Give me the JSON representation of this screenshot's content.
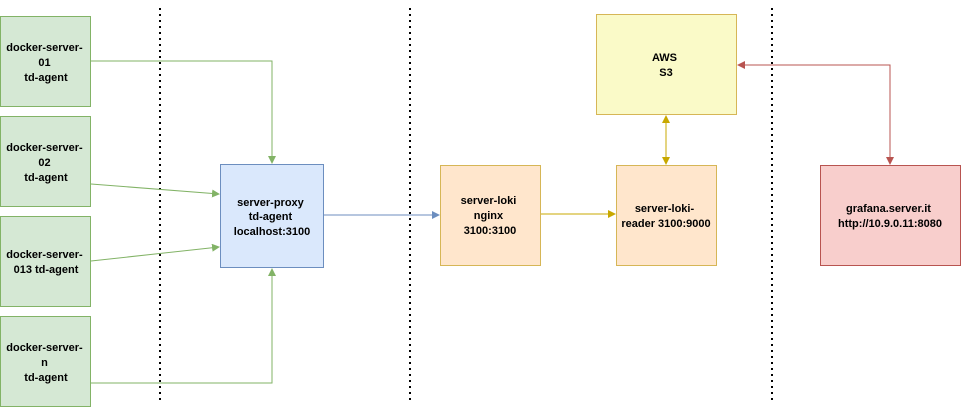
{
  "diagram": {
    "nodes": [
      {
        "id": "docker-01",
        "lines": [
          "docker-server-",
          "01",
          "td-agent"
        ],
        "fill": "#d5e8d4",
        "stroke": "#82b366"
      },
      {
        "id": "docker-02",
        "lines": [
          "docker-server-",
          "02",
          "td-agent"
        ],
        "fill": "#d5e8d4",
        "stroke": "#82b366"
      },
      {
        "id": "docker-013",
        "lines": [
          "docker-server-",
          "013 td-agent"
        ],
        "fill": "#d5e8d4",
        "stroke": "#82b366"
      },
      {
        "id": "docker-n",
        "lines": [
          "docker-server-",
          "n",
          "td-agent"
        ],
        "fill": "#d5e8d4",
        "stroke": "#82b366"
      },
      {
        "id": "server-proxy",
        "lines": [
          "server-proxy",
          "td-agent",
          "localhost:3100"
        ],
        "fill": "#dae8fc",
        "stroke": "#6c8ebf"
      },
      {
        "id": "server-loki-nginx",
        "lines": [
          "server-loki",
          "nginx",
          "3100:3100"
        ],
        "fill": "#ffe6cc",
        "stroke": "#d6b656"
      },
      {
        "id": "server-loki-reader",
        "lines": [
          "server-loki-",
          "reader 3100:9000"
        ],
        "fill": "#ffe6cc",
        "stroke": "#d6b656"
      },
      {
        "id": "aws-s3",
        "lines": [
          "AWS",
          "S3"
        ],
        "fill": "#fafac8",
        "stroke": "#d6b656"
      },
      {
        "id": "grafana",
        "lines": [
          "grafana.server.it",
          "http://10.9.0.11:8080"
        ],
        "fill": "#f8cecc",
        "stroke": "#b85450"
      }
    ],
    "edges": [
      {
        "from": "docker-01",
        "to": "server-proxy",
        "color": "#82b366",
        "direction": "forward"
      },
      {
        "from": "docker-02",
        "to": "server-proxy",
        "color": "#82b366",
        "direction": "forward"
      },
      {
        "from": "docker-013",
        "to": "server-proxy",
        "color": "#82b366",
        "direction": "forward"
      },
      {
        "from": "docker-n",
        "to": "server-proxy",
        "color": "#82b366",
        "direction": "forward"
      },
      {
        "from": "server-proxy",
        "to": "server-loki-nginx",
        "color": "#6c8ebf",
        "direction": "forward"
      },
      {
        "from": "server-loki-nginx",
        "to": "server-loki-reader",
        "color": "#c8a800",
        "direction": "forward"
      },
      {
        "from": "server-loki-reader",
        "to": "aws-s3",
        "color": "#c8a800",
        "direction": "both"
      },
      {
        "from": "grafana",
        "to": "aws-s3",
        "color": "#b85450",
        "direction": "both"
      }
    ],
    "separators": {
      "count": 3,
      "style": "dotted",
      "color": "#000000"
    }
  }
}
